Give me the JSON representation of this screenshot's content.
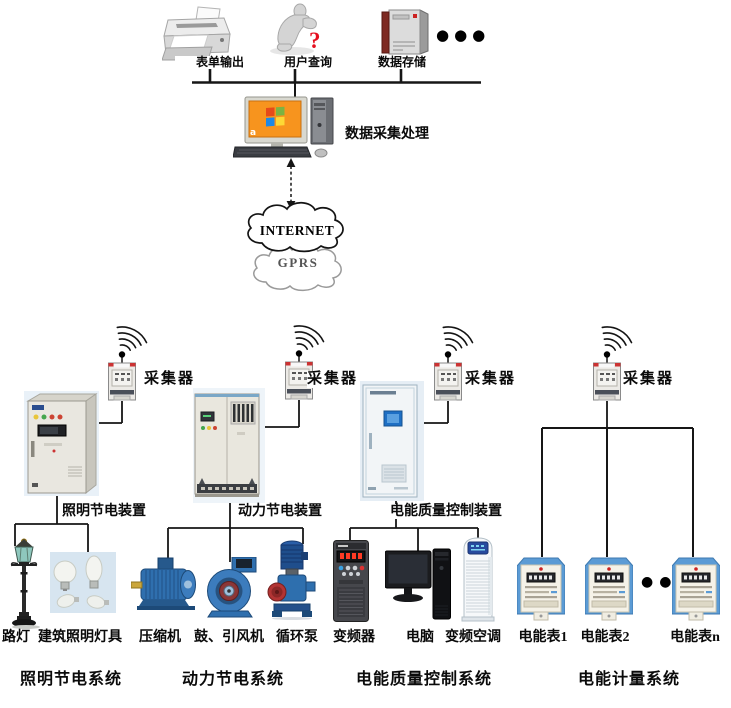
{
  "top_bus": {
    "form_output": "表单输出",
    "user_query": "用户查询",
    "data_storage": "数据存储",
    "ellipsis": "●●●",
    "question_mark": "?"
  },
  "processing": {
    "label": "数据采集处理",
    "screen_letter": "a"
  },
  "network": {
    "internet_label": "INTERNET",
    "gprs_label": "GPRS"
  },
  "collector_label": "采集器",
  "systems": {
    "lighting": {
      "device": "照明节电装置",
      "system": "照明节电系统",
      "items": {
        "street_lamp": "路灯",
        "building_lights": "建筑照明灯具"
      }
    },
    "power": {
      "device": "动力节电装置",
      "system": "动力节电系统",
      "items": {
        "compressor": "压缩机",
        "fan": "鼓、引风机",
        "pump": "循环泵"
      }
    },
    "quality": {
      "device": "电能质量控制装置",
      "system": "电能质量控制系统",
      "items": {
        "inverter": "变频器",
        "computer": "电脑",
        "ac": "变频空调"
      }
    },
    "metering": {
      "system": "电能计量系统",
      "items": {
        "meter1": "电能表1",
        "meter2": "电能表2",
        "meter_n": "电能表n"
      },
      "ellipsis": "●●"
    }
  },
  "colors": {
    "machine_blue": "#2f6fae",
    "screen_orange": "#f7941e",
    "meter_blue": "#5b9bd5",
    "alert_red": "#e50f1f",
    "line_black": "#161616",
    "gprs_gray": "#9a9a9a"
  }
}
